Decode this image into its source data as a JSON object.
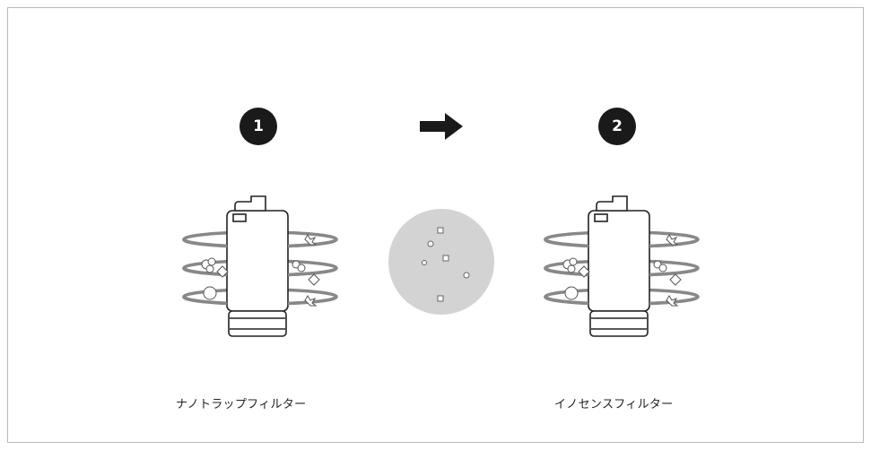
{
  "step1": {
    "number": "1",
    "label": "ナノトラップフィルター"
  },
  "step2": {
    "number": "2",
    "label": "イノセンスフィルター"
  },
  "icons": {
    "arrow": "right-arrow-icon",
    "filter": "filter-cartridge-icon",
    "particles": "filtered-water-circle-icon"
  },
  "colors": {
    "badge": "#1a1a1a",
    "ring": "#888888",
    "circle": "#d3d3d3",
    "outline": "#222222",
    "border": "#b9b9b9"
  }
}
